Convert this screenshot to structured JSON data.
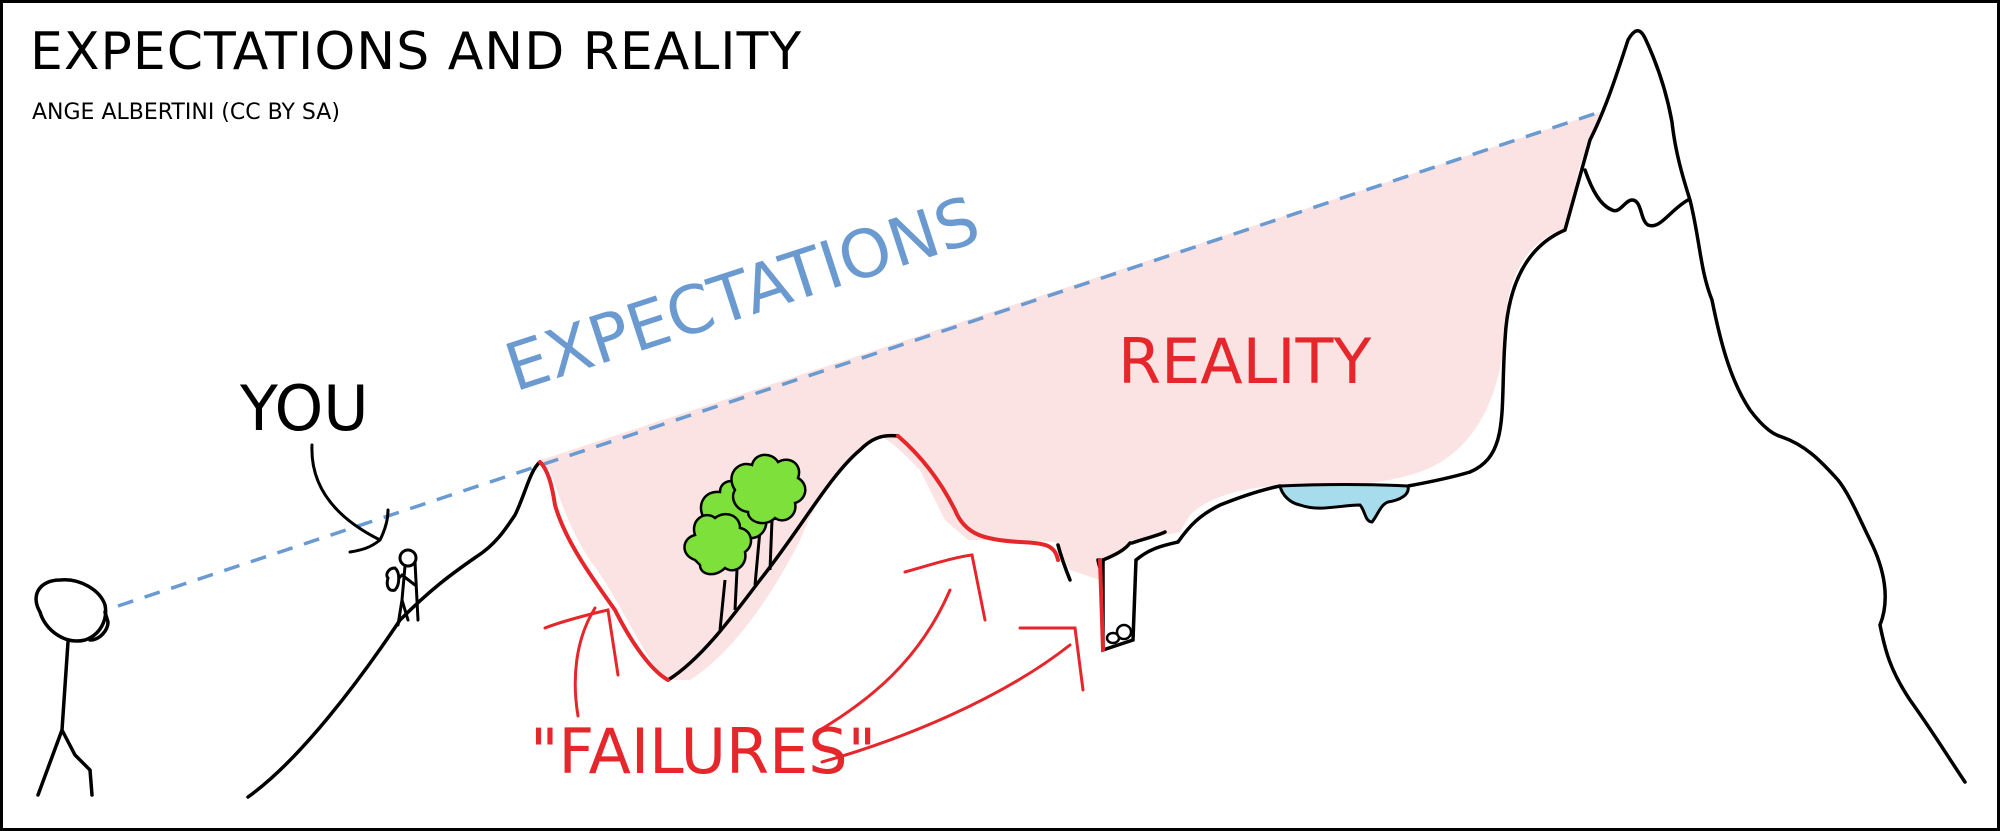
{
  "comic": {
    "title": "EXPECTATIONS AND REALITY",
    "credit": "ANGE ALBERTINI (CC BY SA)",
    "labels": {
      "you": "YOU",
      "expectations": "EXPECTATIONS",
      "reality": "REALITY",
      "failures": "\"FAILURES\""
    },
    "colors": {
      "expectations": "#6a9ad0",
      "reality_fill": "#fbe3e3",
      "failures": "#e5262b",
      "tree": "#7de03b",
      "lake": "#a6dceb",
      "ink": "#000000"
    }
  }
}
